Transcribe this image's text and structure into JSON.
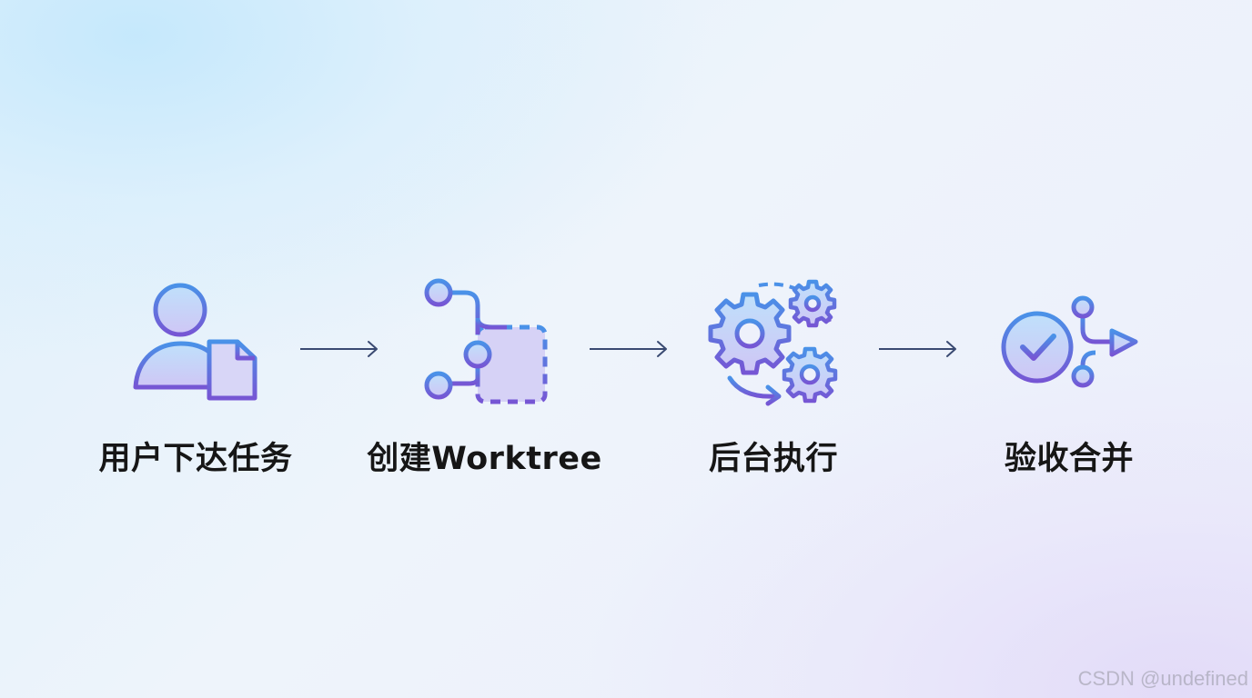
{
  "steps": [
    {
      "label": "用户下达任务",
      "icon": "user-document-icon"
    },
    {
      "label": "创建Worktree",
      "icon": "git-branch-icon"
    },
    {
      "label": "后台执行",
      "icon": "gears-icon"
    },
    {
      "label": "验收合并",
      "icon": "check-merge-icon"
    }
  ],
  "arrows": [
    "arrow-right-icon",
    "arrow-right-icon",
    "arrow-right-icon"
  ],
  "watermark": "CSDN @undefined",
  "colors": {
    "icon_stroke_start": "#4a8fe6",
    "icon_stroke_end": "#7658d6",
    "icon_fill": "#c8c9f5",
    "arrow": "#3a4a72",
    "label_text": "#161616"
  }
}
